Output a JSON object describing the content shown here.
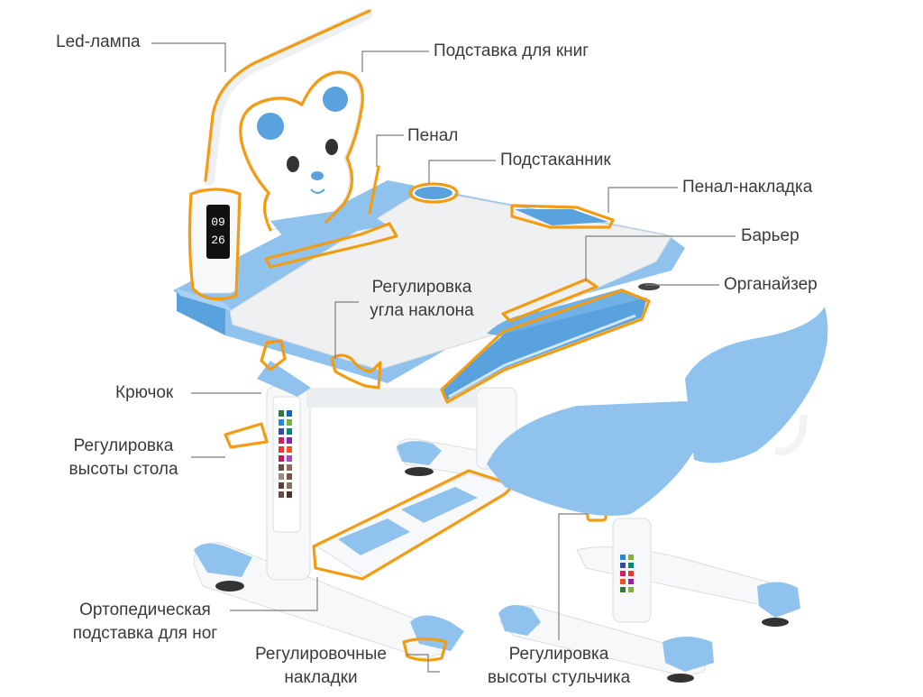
{
  "labels": {
    "led_lamp": "Led-лампа",
    "book_stand": "Подставка для книг",
    "pencil_case": "Пенал",
    "cup_holder": "Подстаканник",
    "pencil_case_overlay": "Пенал-накладка",
    "barrier": "Барьер",
    "organizer": "Органайзер",
    "tilt_adjust_line1": "Регулировка",
    "tilt_adjust_line2": "угла наклона",
    "hook": "Крючок",
    "table_height_line1": "Регулировка",
    "table_height_line2": "высоты стола",
    "footrest_line1": "Ортопедическая",
    "footrest_line2": "подставка для ног",
    "adjust_pads_line1": "Регулировочные",
    "adjust_pads_line2": "накладки",
    "chair_height_line1": "Регулировка",
    "chair_height_line2": "высоты стульчика"
  },
  "lamp_display": {
    "line1": "09",
    "line2": "26"
  },
  "colors": {
    "accent_outline": "#f39c12",
    "desk_blue": "#8fc3ee",
    "desk_white": "#f7f8fa",
    "leader_line": "#7d7d7d"
  }
}
